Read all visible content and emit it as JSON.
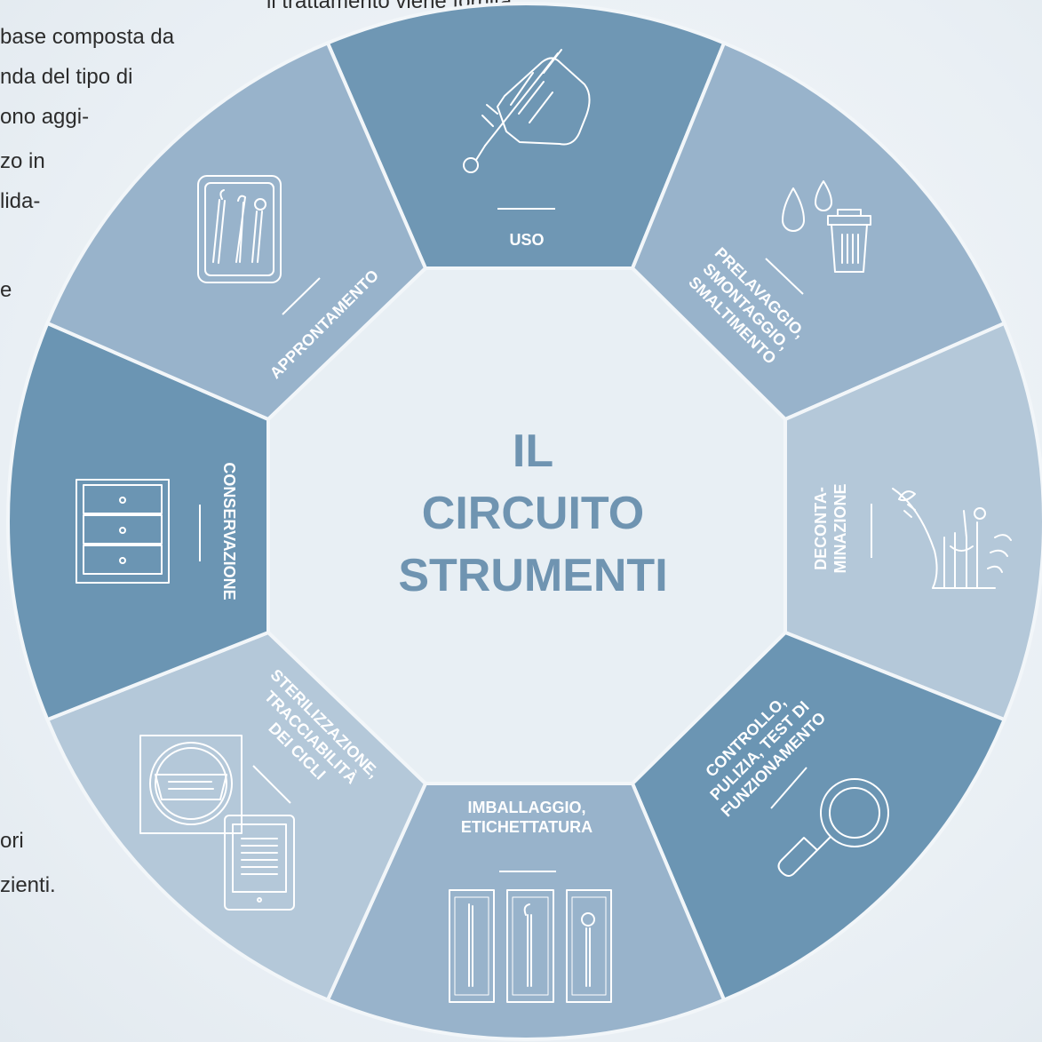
{
  "background_text": [
    "il trattamento viene fornita",
    "base composta da",
    "nda del tipo di",
    "ono aggi-",
    "zo in",
    "lida-",
    "e",
    "ori",
    "zienti."
  ],
  "center": {
    "lines": [
      "IL",
      "CIRCUITO",
      "STRUMENTI"
    ],
    "color": "#6f94b1",
    "fill": "#e8eff4"
  },
  "segments": [
    {
      "id": "uso",
      "label": [
        "USO"
      ],
      "icon": "hand-holding-probe-icon",
      "color": "#6f97b4"
    },
    {
      "id": "prelavaggio",
      "label": [
        "PRELAVAGGIO,",
        "SMONTAGGIO,",
        "SMALTIMENTO"
      ],
      "icon": "droplets-and-bin-icon",
      "color": "#98b3cb"
    },
    {
      "id": "decontaminazione",
      "label": [
        "DECONTA-",
        "MINAZIONE"
      ],
      "icon": "instruments-in-liquid-icon",
      "color": "#b4c8d9"
    },
    {
      "id": "controllo",
      "label": [
        "CONTROLLO,",
        "PULIZIA, TEST DI",
        "FUNZIONAMENTO"
      ],
      "icon": "magnifier-icon",
      "color": "#6b95b3"
    },
    {
      "id": "imballaggio",
      "label": [
        "IMBALLAGGIO,",
        "ETICHETTATURA"
      ],
      "icon": "packaged-instruments-icon",
      "color": "#98b3cb"
    },
    {
      "id": "sterilizzazione",
      "label": [
        "STERILIZZAZIONE,",
        "TRACCIABILITÀ",
        "DEI CICLI"
      ],
      "icon": "autoclave-and-tablet-icon",
      "color": "#b4c8d9"
    },
    {
      "id": "conservazione",
      "label": [
        "CONSERVAZIONE"
      ],
      "icon": "drawer-cabinet-icon",
      "color": "#6b95b3"
    },
    {
      "id": "approntamento",
      "label": [
        "APPRONTAMENTO"
      ],
      "icon": "instrument-tray-icon",
      "color": "#98b3cb"
    }
  ]
}
